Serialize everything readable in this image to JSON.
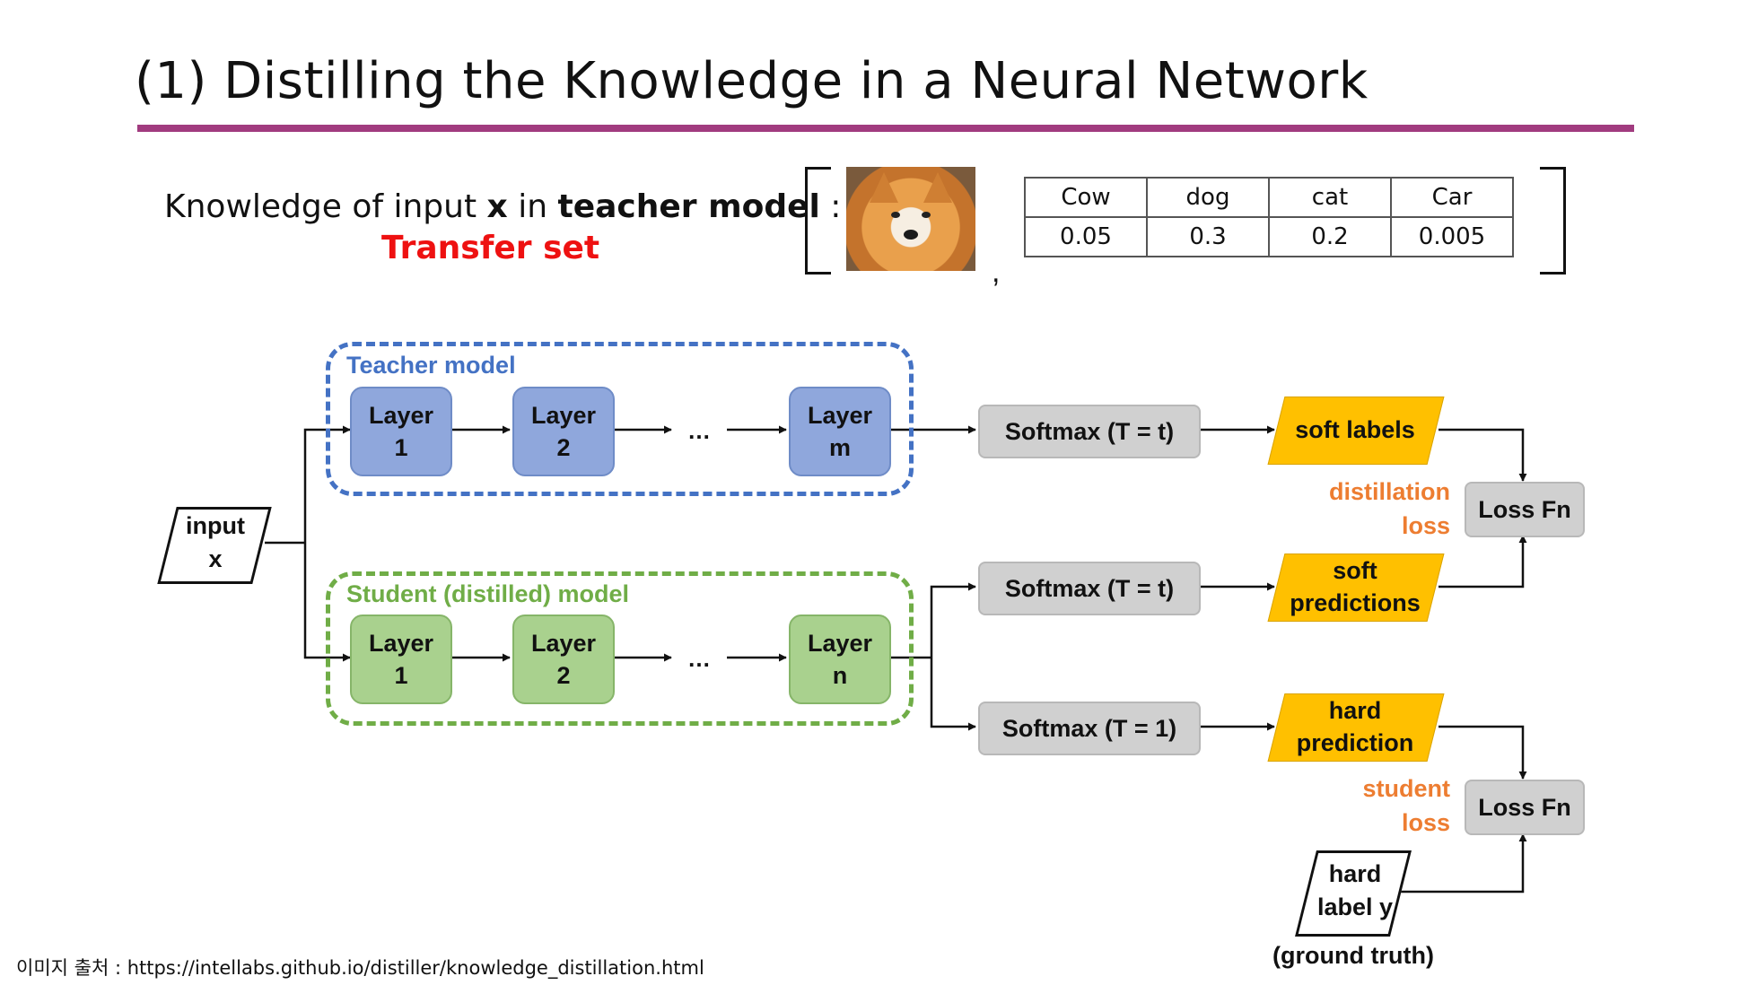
{
  "title": "(1) Distilling the Knowledge in a Neural Network",
  "knowledge": {
    "prefix": "Knowledge of input ",
    "x": "x",
    "mid": " in ",
    "teacher_model": "teacher model",
    "suffix": " :",
    "transfer_set": "Transfer set",
    "comma": ",",
    "table": {
      "headers": [
        "Cow",
        "dog",
        "cat",
        "Car"
      ],
      "values": [
        "0.05",
        "0.3",
        "0.2",
        "0.005"
      ]
    }
  },
  "input": {
    "line1": "input",
    "line2": "x"
  },
  "teacher": {
    "label": "Teacher model",
    "layers": [
      {
        "line1": "Layer",
        "line2": "1"
      },
      {
        "line1": "Layer",
        "line2": "2"
      },
      {
        "line1": "Layer",
        "line2": "m"
      }
    ],
    "ellipsis": "…",
    "softmax": "Softmax (T = t)",
    "output": "soft labels"
  },
  "student": {
    "label": "Student (distilled) model",
    "layers": [
      {
        "line1": "Layer",
        "line2": "1"
      },
      {
        "line1": "Layer",
        "line2": "2"
      },
      {
        "line1": "Layer",
        "line2": "n"
      }
    ],
    "ellipsis": "…",
    "softmax_soft": "Softmax (T = t)",
    "softmax_hard": "Softmax (T = 1)",
    "soft_output": {
      "line1": "soft",
      "line2": "predictions"
    },
    "hard_output": {
      "line1": "hard",
      "line2": "prediction"
    }
  },
  "losses": {
    "distillation": {
      "line1": "distillation",
      "line2": "loss"
    },
    "student": {
      "line1": "student",
      "line2": "loss"
    },
    "loss_fn_1": "Loss Fn",
    "loss_fn_2": "Loss Fn"
  },
  "hard_label": {
    "line1": "hard",
    "line2": "label y",
    "caption": "(ground truth)"
  },
  "source": "이미지 출처 : https://intellabs.github.io/distiller/knowledge_distillation.html",
  "colors": {
    "title_rule": "#a13b7f",
    "teacher": "#4472c4",
    "student": "#70ad47",
    "output_fill": "#ffc000",
    "loss_text": "#ed7d31",
    "transfer_set": "#ee1111"
  }
}
